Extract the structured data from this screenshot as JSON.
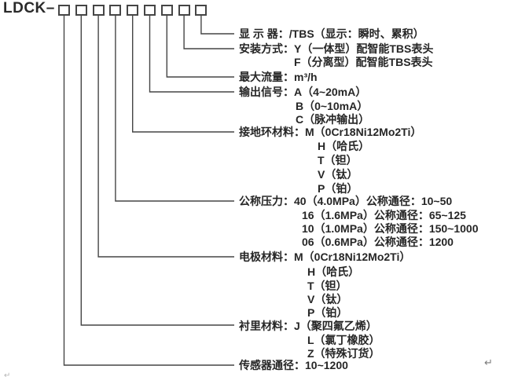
{
  "colors": {
    "background": "#ffffff",
    "ink": "#262626",
    "line": "#454545"
  },
  "title": {
    "model_prefix": "LDCK–",
    "code_box_count": 9
  },
  "groups": [
    {
      "name": "display",
      "label": "显 示 器：",
      "lines": [
        "/TBS（显示：瞬时、累积）"
      ]
    },
    {
      "name": "mounting",
      "label": "安装方式：",
      "lines": [
        "Y（一体型）配智能TBS表头",
        "F（分离型）配智能TBS表头"
      ]
    },
    {
      "name": "max-flow",
      "label": "最大流量：",
      "lines": [
        "m³/h"
      ]
    },
    {
      "name": "output-signal",
      "label": "输出信号：",
      "lines": [
        "A（4~20mA）",
        "B（0~10mA）",
        "C（脉冲输出）"
      ]
    },
    {
      "name": "grounding-ring-material",
      "label": "接地环材料：",
      "lines": [
        "M（0Cr18Ni12Mo2Ti）",
        "H（哈氏）",
        "T（钽）",
        "V（钛）",
        "P（铂）"
      ]
    },
    {
      "name": "nominal-pressure",
      "label": "公称压力：",
      "lines": [
        "40（4.0MPa）公称通径：10~50",
        "16（1.6MPa）公称通径：65~125",
        "10（1.0MPa）公称通径：150~1000",
        "06（0.6MPa）公称通径：1200"
      ]
    },
    {
      "name": "electrode-material",
      "label": "电极材料：",
      "lines": [
        "M（0Cr18Ni12Mo2Ti）",
        "H（哈氏）",
        "T（钽）",
        "V（钛）",
        "P（铂）"
      ]
    },
    {
      "name": "lining-material",
      "label": "衬里材料：",
      "lines": [
        "J（聚四氟乙烯）",
        "L（氯丁橡胶）",
        "Z（特殊订货）"
      ]
    },
    {
      "name": "sensor-diameter",
      "label": "传感器通径：",
      "lines": [
        "10~1200"
      ]
    }
  ],
  "marks": {
    "return_symbol": "↵"
  }
}
